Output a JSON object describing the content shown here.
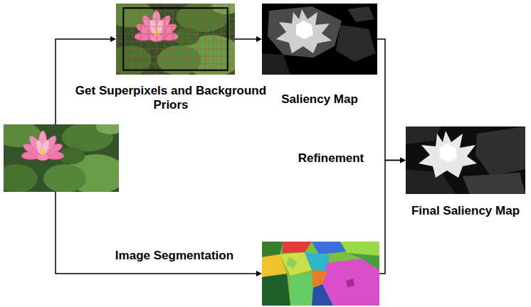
{
  "diagram": {
    "nodes": [
      {
        "text": [
          "Get Superpixels and Background Priors"
        ]
      },
      {
        "text": [
          "Saliency Map"
        ]
      },
      {
        "text": [
          "Image Segmentation"
        ]
      },
      {
        "text": [
          "Final Saliency Map"
        ]
      }
    ],
    "edges": [
      {
        "from": 0,
        "to": 1,
        "arrow": "to"
      },
      {
        "from": 1,
        "to": 3,
        "arrow": "to"
      },
      {
        "from": 2,
        "to": 3,
        "arrow": "to"
      }
    ],
    "labels": [
      "Refinement"
    ]
  }
}
